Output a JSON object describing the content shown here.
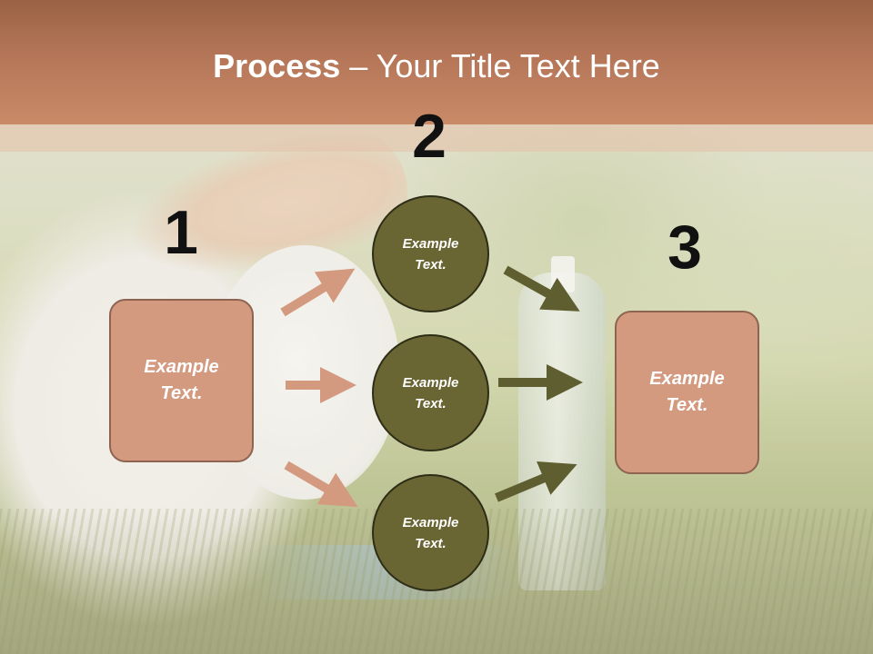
{
  "slide": {
    "title_bold": "Process",
    "title_rest": " – Your Title Text Here",
    "steps": {
      "one": "1",
      "two": "2",
      "three": "3"
    },
    "left_box": {
      "line1": "Example",
      "line2": "Text."
    },
    "right_box": {
      "line1": "Example",
      "line2": "Text."
    },
    "circles": [
      {
        "line1": "Example",
        "line2": "Text."
      },
      {
        "line1": "Example",
        "line2": "Text."
      },
      {
        "line1": "Example",
        "line2": "Text."
      }
    ]
  },
  "colors": {
    "header": "#b57658",
    "box_fill": "#d39a80",
    "circle_fill": "#6a6633",
    "left_arrow": "#d39a80",
    "right_arrow": "#5f5e30"
  }
}
